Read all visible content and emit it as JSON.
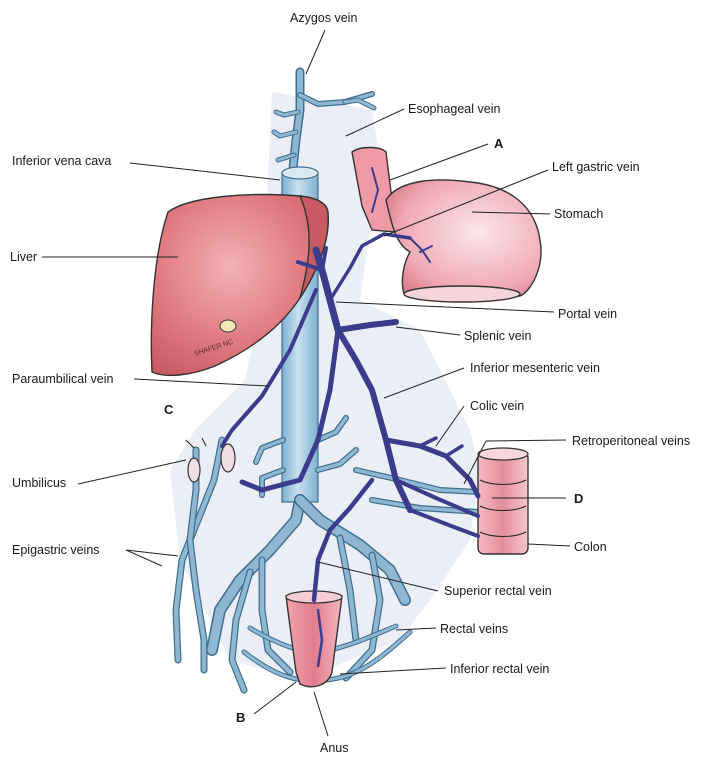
{
  "labels": {
    "azygos": "Azygos vein",
    "esophageal": "Esophageal vein",
    "A": "A",
    "ivc": "Inferior vena cava",
    "left_gastric": "Left gastric vein",
    "stomach": "Stomach",
    "liver": "Liver",
    "portal": "Portal vein",
    "splenic": "Splenic vein",
    "paraumbilical": "Paraumbilical vein",
    "inferior_mesenteric": "Inferior mesenteric vein",
    "C": "C",
    "colic": "Colic vein",
    "retroperitoneal": "Retroperitoneal veins",
    "umbilicus": "Umbilicus",
    "D": "D",
    "epigastric": "Epigastric veins",
    "colon": "Colon",
    "superior_rectal": "Superior rectal vein",
    "rectal": "Rectal veins",
    "inferior_rectal": "Inferior rectal vein",
    "B": "B",
    "anus": "Anus"
  },
  "artist_signature": "SHAFER NC",
  "colors": {
    "liver": "#e0787e",
    "organ_pink": "#ef9aa6",
    "systemic_vein": "#9cc4dc",
    "portal_vein": "#3b3d8c",
    "background_wash": "#ecedf6"
  }
}
